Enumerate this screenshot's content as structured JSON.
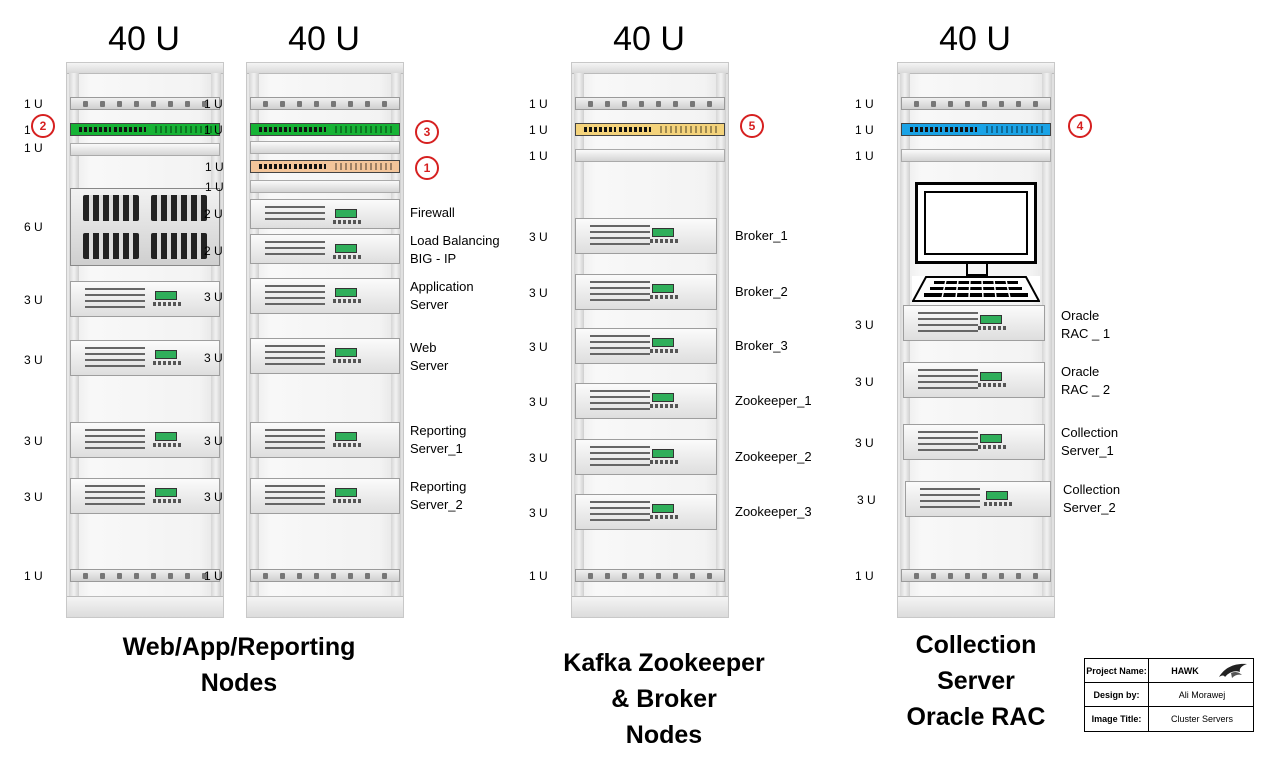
{
  "rack_height_label": "40 U",
  "racks": [
    {
      "id": "rack-1",
      "title": "40 U"
    },
    {
      "id": "rack-2",
      "title": "40 U"
    },
    {
      "id": "rack-3",
      "title": "40 U"
    },
    {
      "id": "rack-4",
      "title": "40 U"
    }
  ],
  "unit_labels": {
    "one_u": "1 U",
    "two_u": "2 U",
    "three_u": "3 U",
    "six_u": "6 U"
  },
  "badges": [
    "1",
    "2",
    "3",
    "4",
    "5"
  ],
  "device_labels": {
    "firewall": "Firewall",
    "load_balancing": "Load Balancing\nBIG - IP",
    "application_server": "Application\nServer",
    "web_server": "Web\nServer",
    "reporting_1": "Reporting\nServer_1",
    "reporting_2": "Reporting\nServer_2",
    "broker_1": "Broker_1",
    "broker_2": "Broker_2",
    "broker_3": "Broker_3",
    "zookeeper_1": "Zookeeper_1",
    "zookeeper_2": "Zookeeper_2",
    "zookeeper_3": "Zookeeper_3",
    "oracle_1": "Oracle\nRAC _ 1",
    "oracle_2": "Oracle\nRAC _ 2",
    "collection_1": "Collection\nServer_1",
    "collection_2": "Collection\nServer_2"
  },
  "captions": {
    "web": "Web/App/Reporting\nNodes",
    "kafka": "Kafka Zookeeper\n& Broker\nNodes",
    "collection": "Collection\nServer\nOracle RAC"
  },
  "title_block": {
    "project_name_key": "Project Name:",
    "project_name_value": "HAWK",
    "design_by_key": "Design by:",
    "design_by_value": "Ali Morawej",
    "image_title_key": "Image Title:",
    "image_title_value": "Cluster Servers"
  },
  "colors": {
    "switch_green": "#16b335",
    "switch_orange": "#f3c59a",
    "switch_yellow": "#f4d37b",
    "switch_blue": "#1aa3e6",
    "badge_red": "#d62020"
  }
}
